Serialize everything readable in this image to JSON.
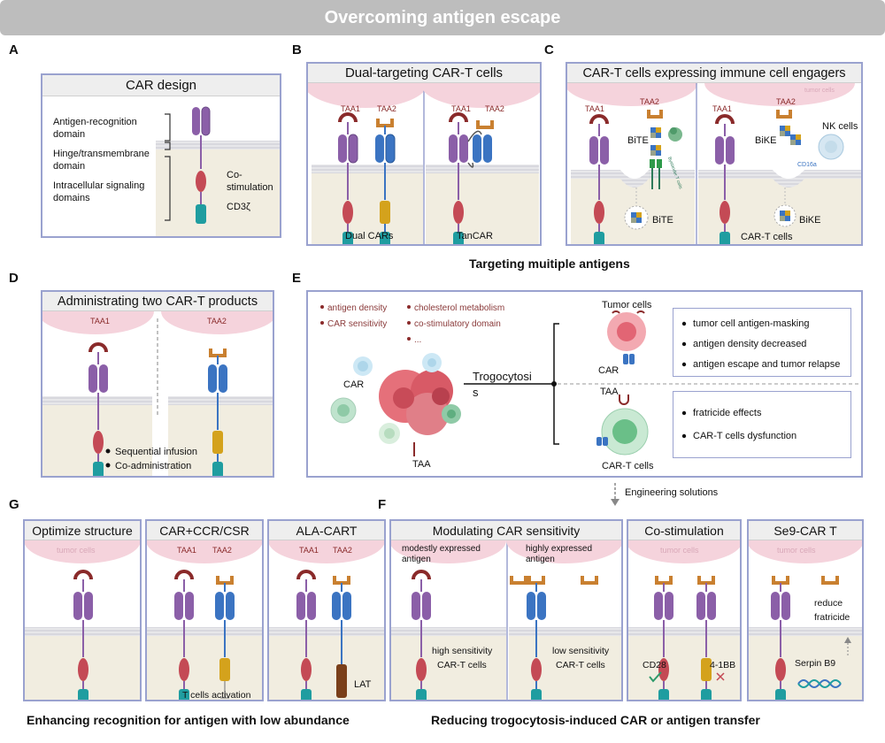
{
  "banner": "Overcoming antigen escape",
  "panel_labels": {
    "a": "A",
    "b": "B",
    "c": "C",
    "d": "D",
    "e": "E",
    "f": "F",
    "g": "G"
  },
  "panel_a": {
    "title": "CAR design",
    "labels": [
      "Antigen-recognition domain",
      "Hinge/transmembrane domain",
      "Intracellular signaling domains"
    ],
    "costim": "Co-stimulation",
    "cd3z": "CD3ζ"
  },
  "panel_b": {
    "title": "Dual-targeting CAR-T cells",
    "taa1": "TAA1",
    "taa2": "TAA2",
    "left_caption": "Dual CARs",
    "right_caption": "TanCAR"
  },
  "panel_c": {
    "title": "CAR-T cells expressing immune cell engagers",
    "taa1": "TAA1",
    "taa2": "TAA2",
    "tumor_cells": "tumor cells",
    "bite": "BiTE",
    "bike": "BiKE",
    "bystander": "Bystander T cells",
    "nk": "NK cells",
    "cd16a": "CD16a",
    "right_caption": "CAR-T cells"
  },
  "targeting_caption": "Targeting muitiple antigens",
  "panel_d": {
    "title": "Administrating two CAR-T products",
    "taa1": "TAA1",
    "taa2": "TAA2",
    "bullets": [
      "Sequential infusion",
      "Co-administration"
    ]
  },
  "panel_e": {
    "factors_left": [
      "antigen density",
      "CAR sensitivity"
    ],
    "factors_right": [
      "cholesterol metabolism",
      "co-stimulatory domain",
      "..."
    ],
    "car": "CAR",
    "taa": "TAA",
    "trogocytosis_1": "Trogocytosi",
    "trogocytosis_2": "s",
    "tumor_cells": "Tumor cells",
    "car_label": "CAR",
    "taa_label": "TAA",
    "cart_cells": "CAR-T cells",
    "top_bullets": [
      "tumor cell antigen-masking",
      "antigen density decreased",
      "antigen escape and tumor relapse"
    ],
    "bottom_bullets": [
      "fratricide effects",
      "CAR-T cells dysfunction"
    ]
  },
  "engineering": "Engineering solutions",
  "panel_g": {
    "box1_title": "Optimize structure",
    "box2_title": "CAR+CCR/CSR",
    "box3_title": "ALA-CART",
    "tumor_cells": "tumor cells",
    "taa1": "TAA1",
    "taa2": "TAA2",
    "t_activation": "T cells activation",
    "lat": "LAT"
  },
  "panel_f": {
    "box1_title": "Modulating CAR sensitivity",
    "box2_title": "Co-stimulation",
    "box3_title": "Se9-CAR T",
    "modest": "modestly expressed antigen",
    "high": "highly expressed antigen",
    "high_sens_1": "high sensitivity",
    "high_sens_2": "CAR-T cells",
    "low_sens_1": "low sensitivity",
    "low_sens_2": "CAR-T cells",
    "tumor_cells": "tumor cells",
    "cd28": "CD28",
    "fourbb": "4-1BB",
    "reduce_1": "reduce",
    "reduce_2": "fratricide",
    "serpin": "Serpin B9"
  },
  "bottom_captions": {
    "left": "Enhancing recognition for antigen with low abundance",
    "right": "Reducing trogocytosis-induced CAR or antigen transfer"
  },
  "colors": {
    "purple": "#8b5fa8",
    "blue": "#3b74c2",
    "red": "#c44a55",
    "teal": "#1f9da0",
    "orange": "#c98030",
    "dark_red": "#8a2a2a",
    "pink": "#f5d3dc",
    "beige": "#f1ede0",
    "frame": "#9aa2cf"
  }
}
